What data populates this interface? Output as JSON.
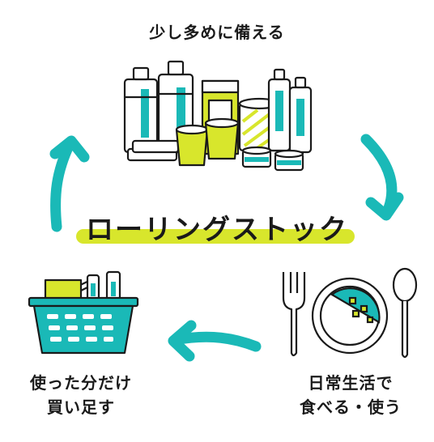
{
  "top_label": "少し多めに備える",
  "center_title": "ローリングストック",
  "left_label": [
    "使った分だけ",
    "買い足す"
  ],
  "right_label": [
    "日常生活で",
    "食べる・使う"
  ],
  "colors": {
    "teal": "#1ab9b7",
    "lime": "#d8e62c",
    "ink": "#1a1a1a"
  },
  "icons": [
    "stockpile-illustration",
    "basket-icon",
    "fork-icon",
    "plate-icon",
    "spoon-icon",
    "cycle-arrow-icons"
  ]
}
